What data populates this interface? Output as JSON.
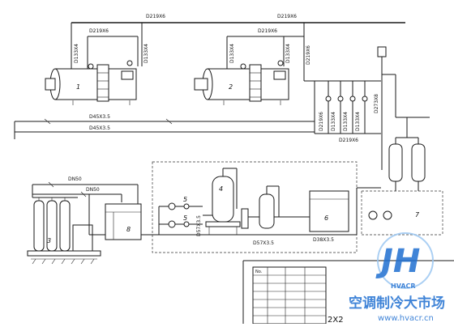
{
  "pipe_labels": {
    "main_steam": "D219X6",
    "header_left": "D219X6",
    "header_mid": "D219X6",
    "header_right": "D219X6",
    "riser_1": "D133X4",
    "riser_2": "D133X4",
    "riser_3": "D133X4",
    "riser_4": "D133X4",
    "header_drop": "D219X6",
    "branch_1": "D219X6",
    "branch_2": "D133X4",
    "branch_3": "D133X4",
    "branch_4": "D133X4",
    "vertical_right": "D273X8",
    "lower_header": "D219X6",
    "water_line_1": "D45X3.5",
    "water_line_2": "D45X3.5",
    "dn50_top": "DN50",
    "dn50_bottom": "DN50",
    "pump_line": "D57X3.5",
    "pump_line_2": "D57X3.5",
    "tank_out": "D38X3.5"
  },
  "equipment_numbers": {
    "boiler_1": "1",
    "boiler_2": "2",
    "gas_bottles": "3",
    "softener": "4",
    "pump_a": "5",
    "pump_b": "5",
    "water_tank": "6",
    "expansion_tanks": "7",
    "brine_tank": "8"
  },
  "title_block": {
    "row_1": [
      "No.",
      "",
      "",
      ""
    ],
    "bottom_text": "2X2"
  },
  "watermark": {
    "brand": "HVACR",
    "title": "空调制冷大市场",
    "url": "www.hvacr.cn"
  },
  "colors": {
    "line": "#1a1a1a",
    "watermark_blue": "#1f6fd1",
    "watermark_light": "#9cc7f2"
  }
}
